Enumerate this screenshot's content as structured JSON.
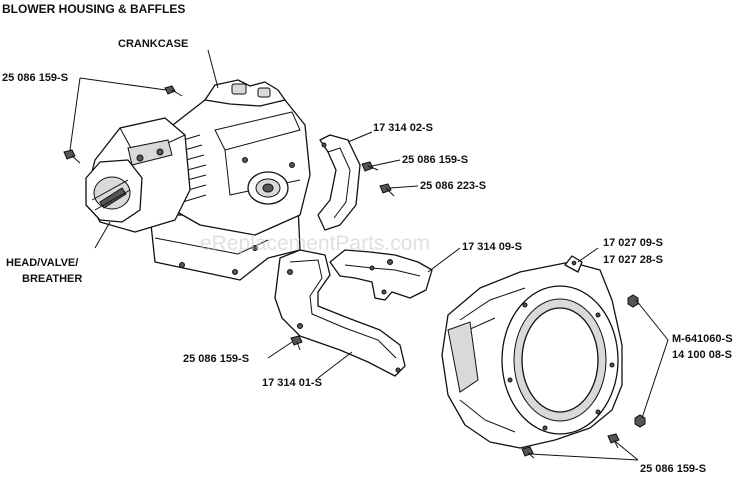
{
  "title": "BLOWER HOUSING & BAFFLES",
  "watermark": "eReplacementParts.com",
  "labels": {
    "crankcase": "CRANKCASE",
    "head_line1": "HEAD/VALVE/",
    "head_line2": "BREATHER",
    "bolt_top_left": "25 086 159-S",
    "baffle_upper": "17 314 02-S",
    "bolt_upper_right": "25 086 159-S",
    "bolt_223": "25 086 223-S",
    "baffle_mid": "17 314 09-S",
    "housing_1": "17 027 09-S",
    "housing_2": "17 027 28-S",
    "nut_1": "M-641060-S",
    "nut_2": "14 100 08-S",
    "bolt_lower_mid": "25 086 159-S",
    "baffle_lower": "17 314 01-S",
    "bolt_bottom_right": "25 086 159-S"
  }
}
